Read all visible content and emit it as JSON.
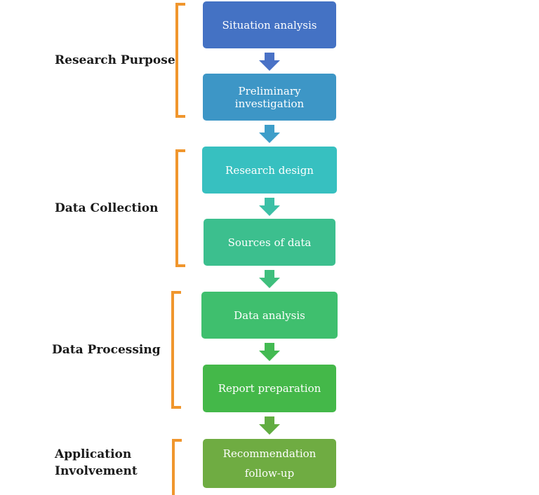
{
  "phases": [
    {
      "label": "Research Purpose"
    },
    {
      "label": "Data Collection"
    },
    {
      "label": "Data Processing"
    },
    {
      "label_line1": "Application",
      "label_line2": "Involvement"
    }
  ],
  "steps": [
    {
      "label": "Situation analysis",
      "color": "#4472c4"
    },
    {
      "label": "Preliminary investigation",
      "color": "#3d96c6"
    },
    {
      "label": "Research design",
      "color": "#37c0c0"
    },
    {
      "label": "Sources of data",
      "color": "#3cbf8e"
    },
    {
      "label": "Data analysis",
      "color": "#3fbf6e"
    },
    {
      "label": "Report preparation",
      "color": "#44b849"
    },
    {
      "label_line1": "Recommendation",
      "label_line2": "follow-up",
      "color": "#6fac42"
    }
  ],
  "colors": {
    "bracket": "#f0962d"
  }
}
